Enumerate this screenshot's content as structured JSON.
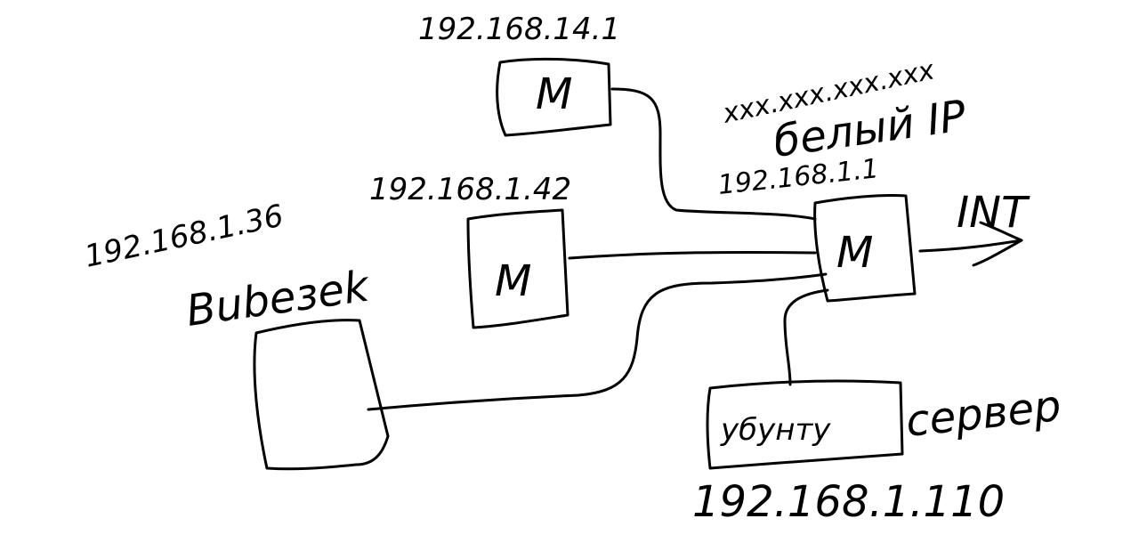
{
  "nodes": {
    "router_top": {
      "ip": "192.168.14.1",
      "symbol": "M"
    },
    "router_mid": {
      "ip": "192.168.1.42",
      "symbol": "M"
    },
    "computer": {
      "ip": "192.168.1.36",
      "name": "Bubeзek"
    },
    "main_router": {
      "ip": "192.168.1.1",
      "symbol": "M",
      "external_ip": "xxx.xxx.xxx.xxx",
      "external_label": "белый IP"
    },
    "server": {
      "ip": "192.168.1.110",
      "box_text": "убунту",
      "side_text": "сервер"
    }
  },
  "internet": {
    "label": "INT"
  }
}
